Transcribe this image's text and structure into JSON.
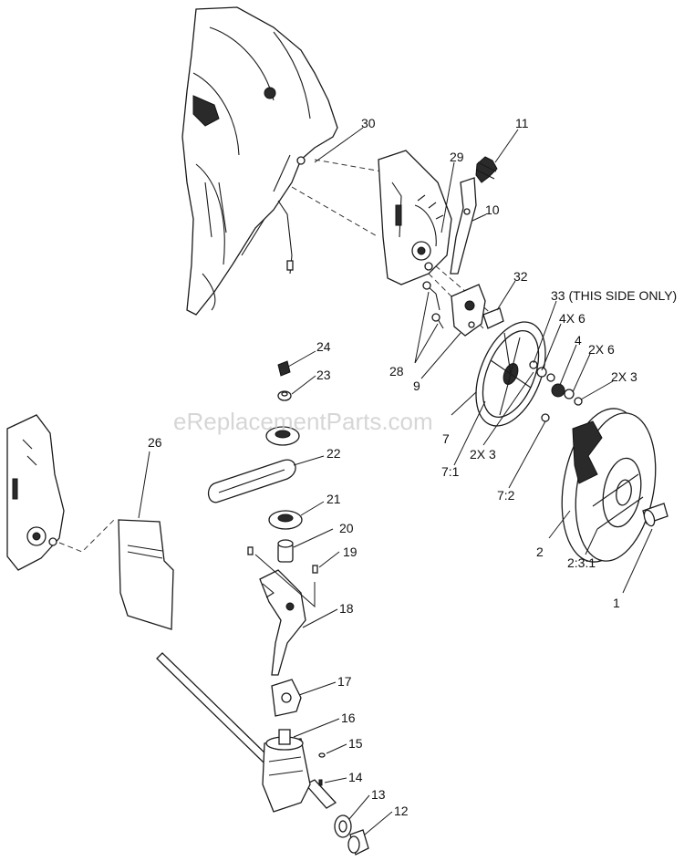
{
  "watermark": "eReplacementParts.com",
  "callouts": [
    {
      "id": "30",
      "text": "30"
    },
    {
      "id": "11",
      "text": "11"
    },
    {
      "id": "29",
      "text": "29"
    },
    {
      "id": "10",
      "text": "10"
    },
    {
      "id": "32",
      "text": "32"
    },
    {
      "id": "33",
      "text": "33 (THIS SIDE ONLY)"
    },
    {
      "id": "4x6",
      "text": "4X 6"
    },
    {
      "id": "4",
      "text": "4"
    },
    {
      "id": "2x6",
      "text": "2X 6"
    },
    {
      "id": "2x3-right",
      "text": "2X 3"
    },
    {
      "id": "28",
      "text": "28"
    },
    {
      "id": "9",
      "text": "9"
    },
    {
      "id": "24",
      "text": "24"
    },
    {
      "id": "23",
      "text": "23"
    },
    {
      "id": "7",
      "text": "7"
    },
    {
      "id": "2x3-mid",
      "text": "2X 3"
    },
    {
      "id": "7-1",
      "text": "7:1"
    },
    {
      "id": "7-2",
      "text": "7:2"
    },
    {
      "id": "26",
      "text": "26"
    },
    {
      "id": "22",
      "text": "22"
    },
    {
      "id": "21",
      "text": "21"
    },
    {
      "id": "20",
      "text": "20"
    },
    {
      "id": "19",
      "text": "19"
    },
    {
      "id": "2",
      "text": "2"
    },
    {
      "id": "2-3-1",
      "text": "2:3:1"
    },
    {
      "id": "1",
      "text": "1"
    },
    {
      "id": "18",
      "text": "18"
    },
    {
      "id": "17",
      "text": "17"
    },
    {
      "id": "16",
      "text": "16"
    },
    {
      "id": "15",
      "text": "15"
    },
    {
      "id": "14",
      "text": "14"
    },
    {
      "id": "13",
      "text": "13"
    },
    {
      "id": "12",
      "text": "12"
    }
  ]
}
